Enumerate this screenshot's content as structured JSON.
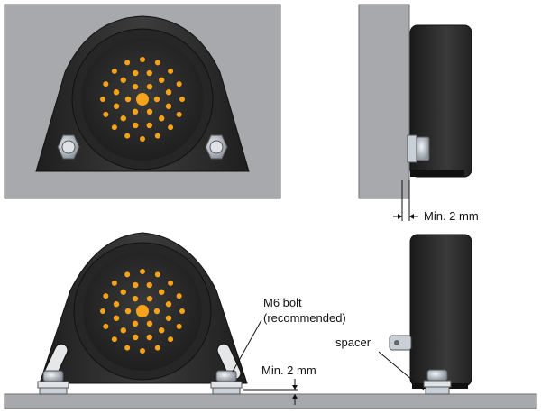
{
  "labels": {
    "min_gap_side": "Min. 2 mm",
    "bolt_line1": "M6 bolt",
    "bolt_line2": "(recommended)",
    "spacer": "spacer",
    "min_gap_bottom": "Min. 2 mm"
  },
  "colors": {
    "plate": "#a7a9ac",
    "plate_dark": "#808285",
    "housing": "#2b2b2b",
    "housing_highlight": "#4a4a4a",
    "dots": "#f6a31b",
    "bolt": "#c9cfd6"
  }
}
